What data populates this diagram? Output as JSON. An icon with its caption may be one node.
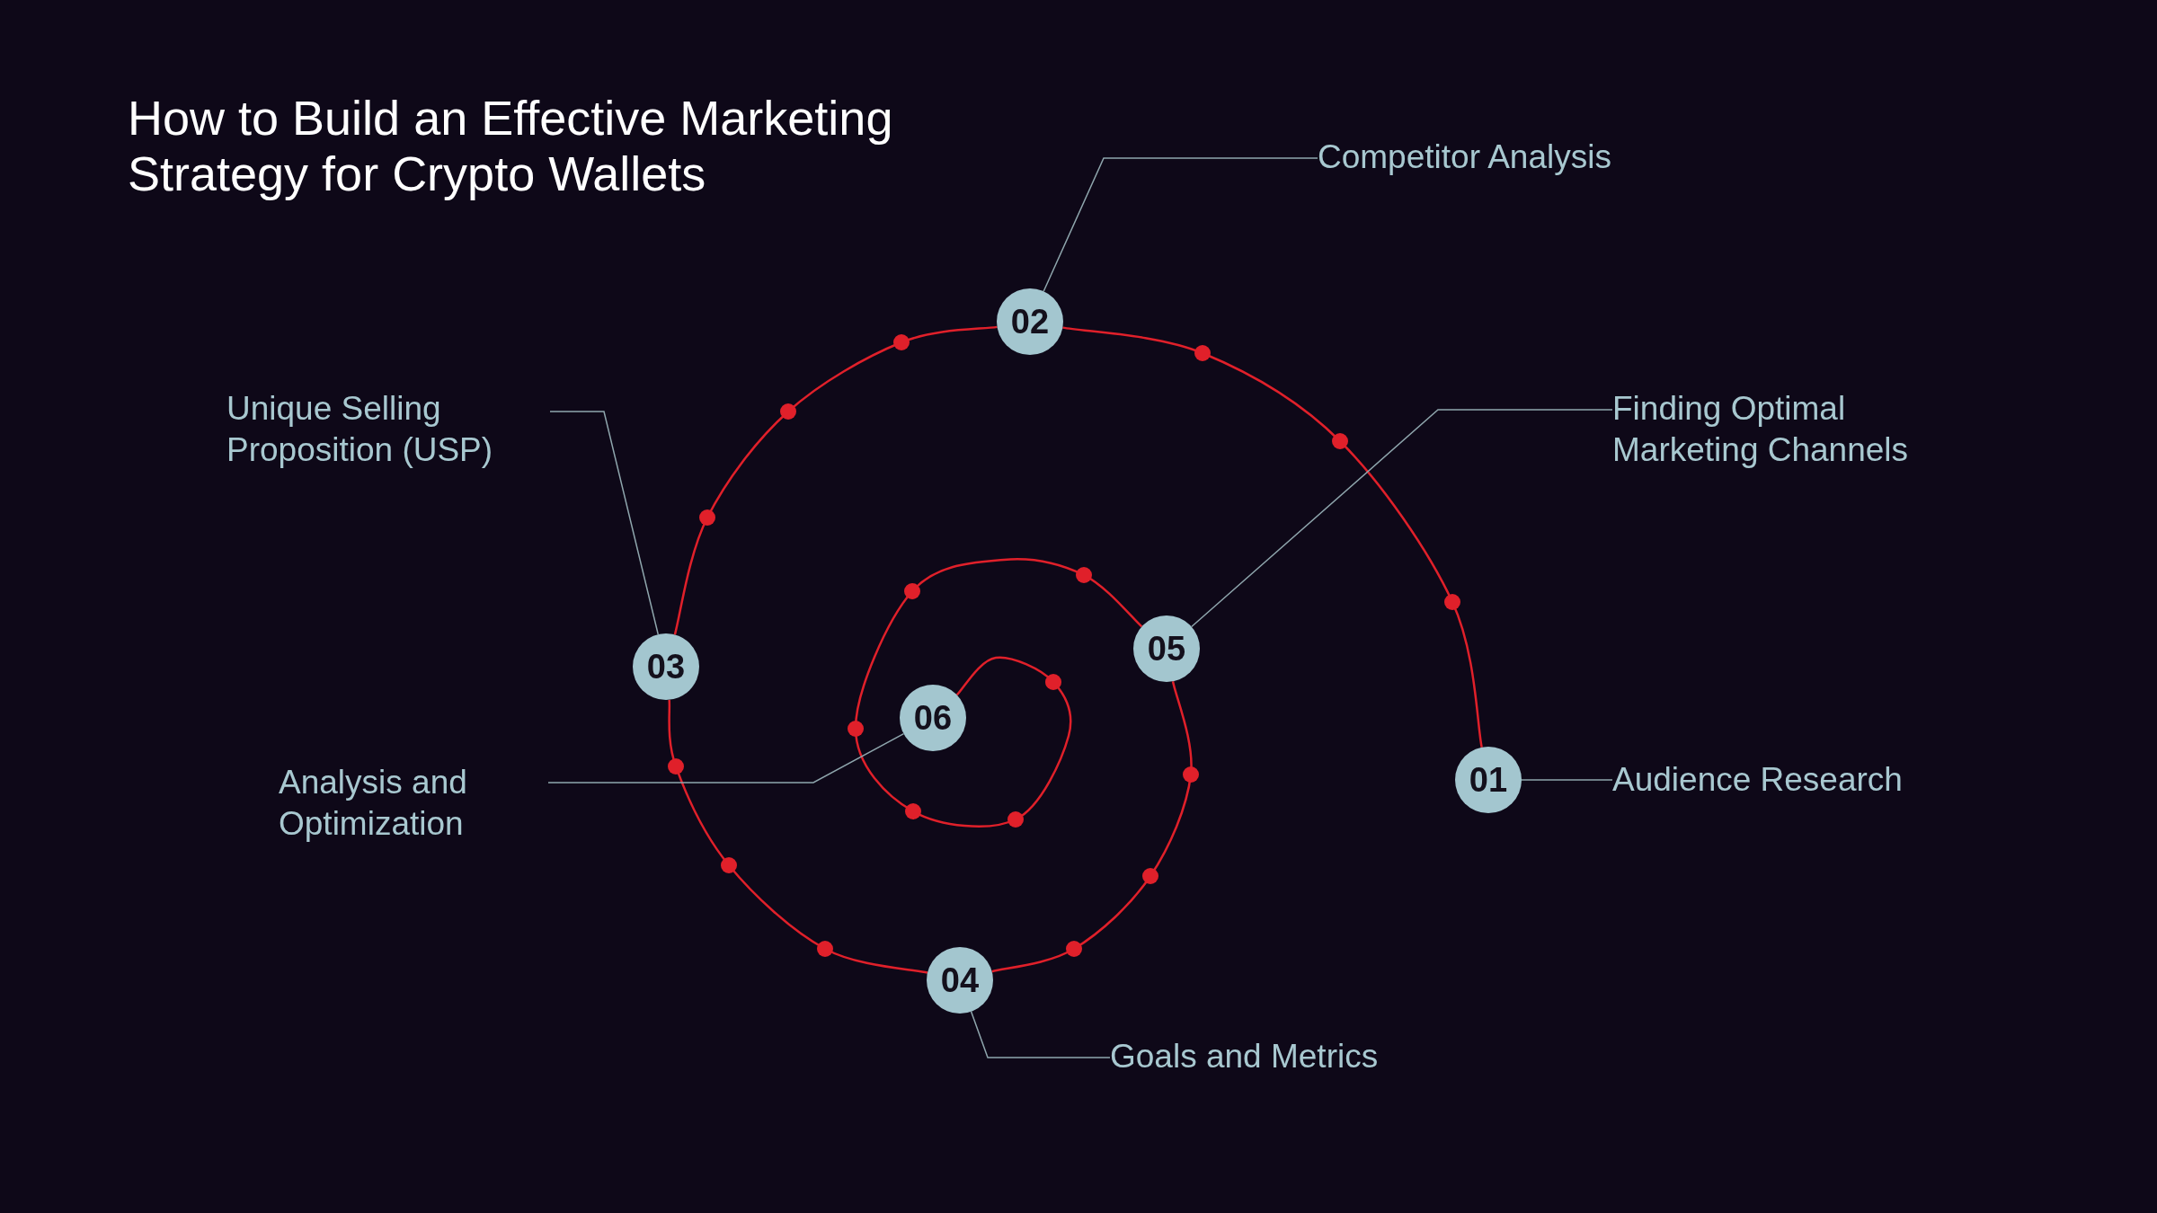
{
  "diagram": {
    "title": "How to Build an Effective Marketing Strategy for Crypto Wallets",
    "nodes": [
      {
        "text": [
          "01"
        ]
      },
      {
        "text": [
          "Audience Research"
        ]
      },
      {
        "text": [
          "02"
        ]
      },
      {
        "text": [
          "Competitor Analysis"
        ]
      },
      {
        "text": [
          "03"
        ]
      },
      {
        "text": [
          "Unique Selling Proposition (USP)"
        ]
      },
      {
        "text": [
          "04"
        ]
      },
      {
        "text": [
          "Goals and Metrics"
        ]
      },
      {
        "text": [
          "05"
        ]
      },
      {
        "text": [
          "Finding Optimal Marketing Channels"
        ]
      },
      {
        "text": [
          "06"
        ]
      },
      {
        "text": [
          "Analysis and Optimization"
        ]
      }
    ],
    "edges": [
      {
        "from": 0,
        "to": 2,
        "arrow": "none",
        "color": "#e0202a"
      },
      {
        "from": 2,
        "to": 4,
        "arrow": "none",
        "color": "#e0202a"
      },
      {
        "from": 4,
        "to": 6,
        "arrow": "none",
        "color": "#e0202a"
      },
      {
        "from": 6,
        "to": 8,
        "arrow": "none",
        "color": "#e0202a"
      },
      {
        "from": 8,
        "to": 10,
        "arrow": "none",
        "color": "#e0202a"
      },
      {
        "from": 0,
        "to": 1,
        "arrow": "none"
      },
      {
        "from": 2,
        "to": 3,
        "arrow": "none"
      },
      {
        "from": 4,
        "to": 5,
        "arrow": "none"
      },
      {
        "from": 6,
        "to": 7,
        "arrow": "none"
      },
      {
        "from": 8,
        "to": 9,
        "arrow": "none"
      },
      {
        "from": 10,
        "to": 11,
        "arrow": "none"
      }
    ]
  }
}
